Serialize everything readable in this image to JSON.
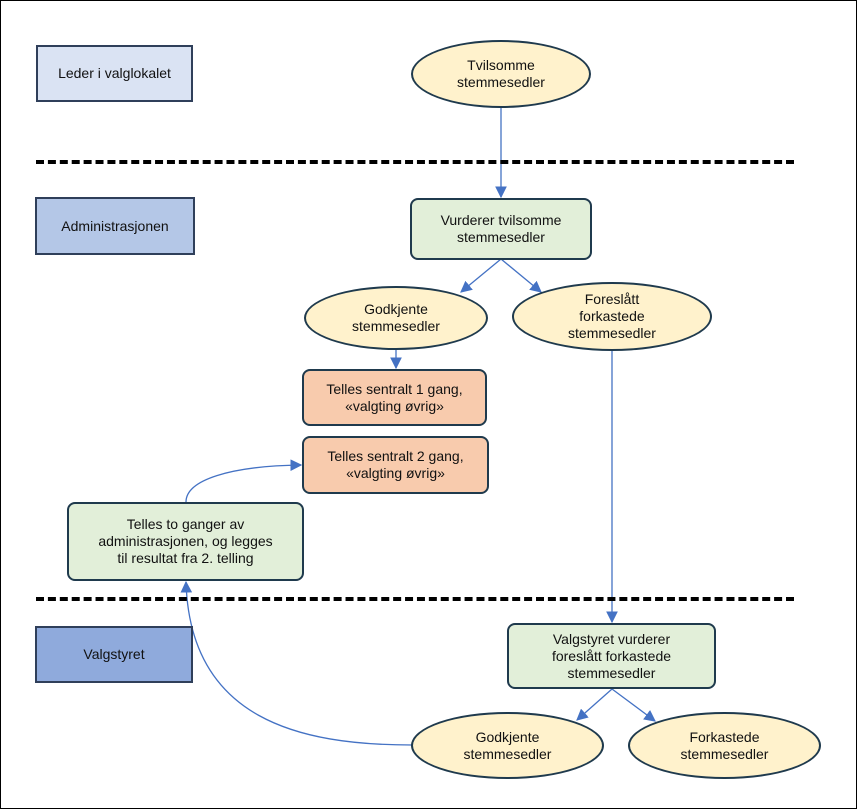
{
  "lanes": {
    "leader": "Leder i valglokalet",
    "administration": "Administrasjonen",
    "board": "Valgstyret"
  },
  "nodes": {
    "tvilsomme": "Tvilsomme\nstemmesedler",
    "vurderer": "Vurderer tvilsomme\nstemmesedler",
    "godkjente_admin": "Godkjente\nstemmesedler",
    "foreslatt": "Foreslått\nforkastede\nstemmesedler",
    "telles_1": "Telles sentralt 1 gang,\n«valgting øvrig»",
    "telles_2": "Telles sentralt 2 gang,\n«valgting øvrig»",
    "telles_to": "Telles to ganger av\nadministrasjonen, og legges\ntil resultat fra 2. telling",
    "valgstyret_vurderer": "Valgstyret vurderer\nforeslått forkastede\nstemmesedler",
    "godkjente_board": "Godkjente\nstemmesedler",
    "forkastede": "Forkastede\nstemmesedler"
  },
  "colors": {
    "ellipse_fill": "#fff2cc",
    "green_fill": "#e2efd9",
    "orange_fill": "#f8cbad",
    "arrow": "#4472c4"
  }
}
